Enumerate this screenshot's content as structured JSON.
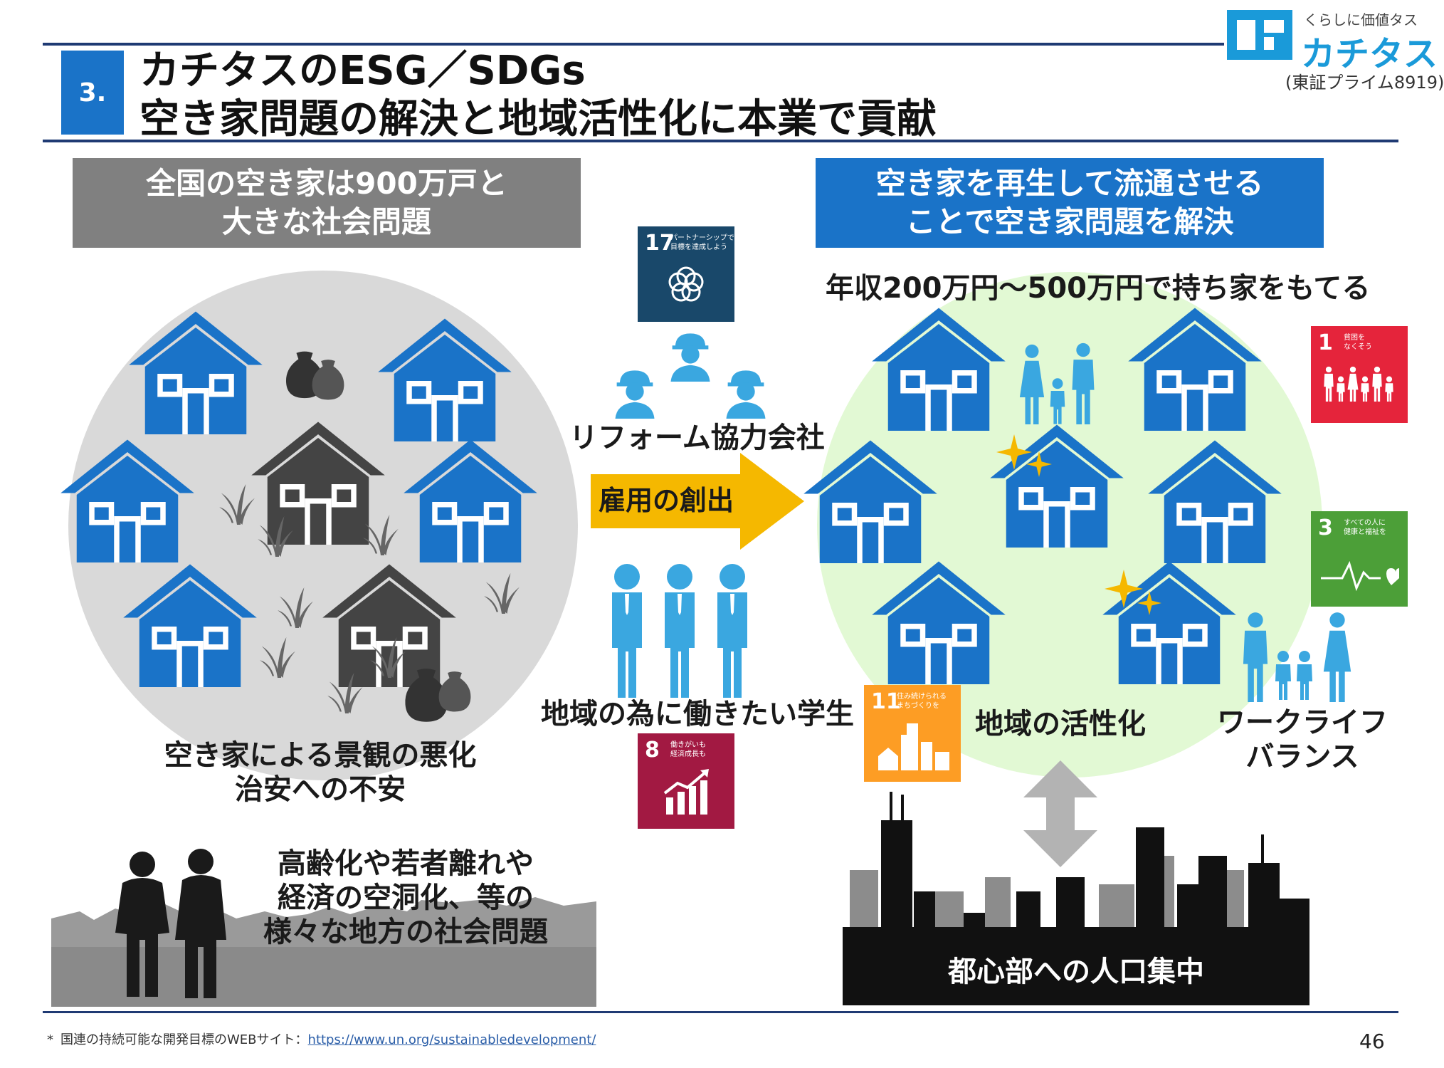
{
  "header": {
    "section_number": "3.",
    "title_line1": "カチタスのESG／SDGs",
    "title_line2": "空き家問題の解決と地域活性化に本業で貢献"
  },
  "logo": {
    "tagline": "くらしに価値タス",
    "name": "カチタス",
    "ticker": "(東証プライム8919)"
  },
  "left": {
    "banner_line1": "全国の空き家は900万戸と",
    "banner_line2": "大きな社会問題",
    "caption_line1": "空き家による景観の悪化",
    "caption_line2": "治安への不安",
    "rural_line1": "高齢化や若者離れや",
    "rural_line2": "経済の空洞化、等の",
    "rural_line3": "様々な地方の社会問題"
  },
  "middle": {
    "partner_label": "リフォーム協力会社",
    "arrow_label": "雇用の創出",
    "student_label": "地域の為に働きたい学生"
  },
  "right": {
    "banner_line1": "空き家を再生して流通させる",
    "banner_line2": "ことで空き家問題を解決",
    "income_label": "年収200万円～500万円で持ち家をもてる",
    "revitalize_label": "地域の活性化",
    "worklife_line1": "ワークライフ",
    "worklife_line2": "バランス",
    "city_label": "都心部への人口集中"
  },
  "sdgs": [
    {
      "num": "17",
      "text": "パートナーシップで\n目標を達成しよう",
      "color": "#19486a",
      "icon": "partnership-icon"
    },
    {
      "num": "1",
      "text": "貧困を\nなくそう",
      "color": "#e5243b",
      "icon": "family-icon"
    },
    {
      "num": "3",
      "text": "すべての人に\n健康と福祉を",
      "color": "#4c9f38",
      "icon": "heartbeat-icon"
    },
    {
      "num": "11",
      "text": "住み続けられる\nまちづくりを",
      "color": "#fd9d24",
      "icon": "city-icon"
    },
    {
      "num": "8",
      "text": "働きがいも\n経済成長も",
      "color": "#a21942",
      "icon": "growth-chart-icon"
    }
  ],
  "footer": {
    "note_prefix": "*",
    "note": "国連の持続可能な開発目標のWEBサイト：",
    "url": "https://www.un.org/sustainabledevelopment/",
    "page_number": "46"
  },
  "colors": {
    "brand_blue": "#1a73c8",
    "rule_navy": "#1f3a73",
    "gray_banner": "#808080",
    "arrow_yellow": "#f5b800"
  }
}
